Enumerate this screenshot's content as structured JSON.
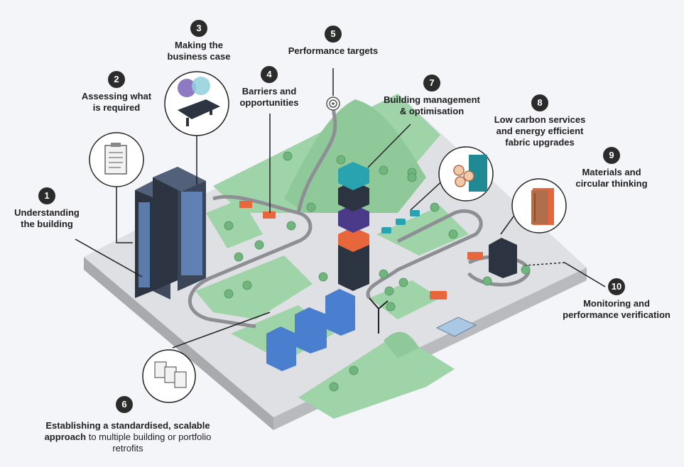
{
  "steps": [
    {
      "num": "1",
      "label": "Understanding\nthe building"
    },
    {
      "num": "2",
      "label": "Assessing what\nis required"
    },
    {
      "num": "3",
      "label": "Making the\nbusiness case"
    },
    {
      "num": "4",
      "label": "Barriers and\nopportunities"
    },
    {
      "num": "5",
      "label": "Performance targets"
    },
    {
      "num": "6",
      "label_bold": "Establishing a standardised, scalable approach",
      "label_rest": " to multiple building or portfolio retrofits"
    },
    {
      "num": "7",
      "label": "Building management\n& optimisation"
    },
    {
      "num": "8",
      "label": "Low carbon services\nand energy efficient\nfabric upgrades"
    },
    {
      "num": "9",
      "label": "Materials and\ncircular thinking"
    },
    {
      "num": "10",
      "label": "Monitoring and\nperformance verification"
    }
  ],
  "colors": {
    "background": "#f4f5f9",
    "ground": "#d9dadd",
    "grass": "#9fd3a8",
    "badge": "#2b2b2b",
    "tower_dark": "#2c3441",
    "tower_blue": "#4a7fd0",
    "accent_orange": "#e8663c",
    "accent_teal": "#2aa3b0",
    "accent_purple": "#4b3a8a"
  }
}
